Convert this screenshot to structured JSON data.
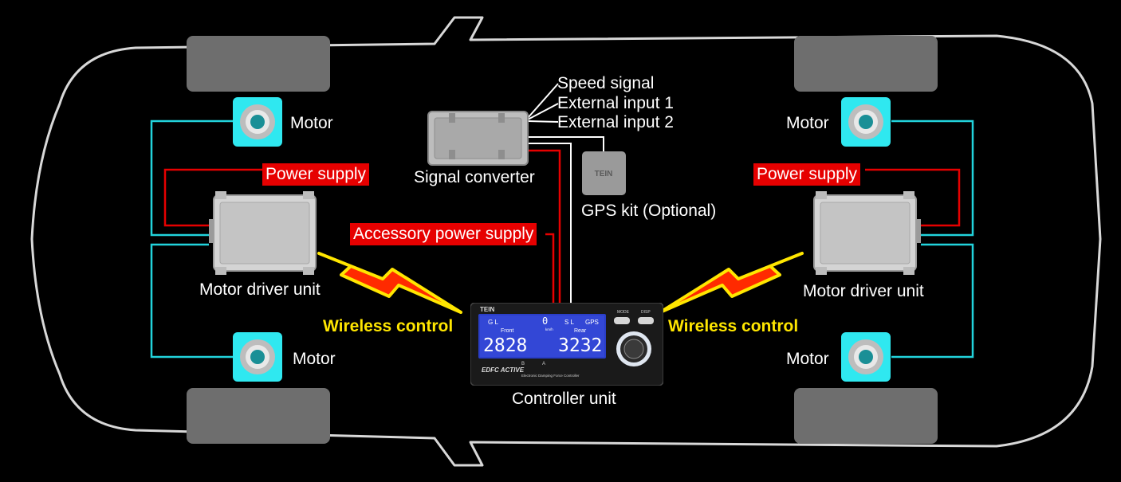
{
  "labels": {
    "motor": "Motor",
    "power_supply": "Power supply",
    "motor_driver_unit": "Motor driver unit",
    "wireless_control": "Wireless control",
    "signal_converter": "Signal converter",
    "speed_signal": "Speed signal",
    "external_input_1": "External input 1",
    "external_input_2": "External input 2",
    "gps_kit": "GPS kit (Optional)",
    "accessory_power_supply": "Accessory power supply",
    "controller_unit": "Controller unit"
  },
  "controller": {
    "brand": "TEIN",
    "front_label": "Front",
    "rear_label": "Rear",
    "front_value": "2828",
    "rear_value": "3232",
    "speed_value": "0",
    "speed_unit": "km/h",
    "gps_badge": "GPS",
    "left_badge": "G L",
    "right_badge": "S L",
    "mode_label": "MODE",
    "disp_label": "DISP",
    "b_label": "B",
    "a_label": "A",
    "model": "EDFC ACTIVE",
    "subtitle": "Electronic Damping Force Controller"
  },
  "gps_brand": "TEIN",
  "colors": {
    "motor_wire": "#22d3dc",
    "power_wire": "#e60000",
    "signal_wire": "#ffffff",
    "wireless_text": "#ffe600",
    "car_outline": "#d8d8d8",
    "tire": "#6e6e6e"
  }
}
